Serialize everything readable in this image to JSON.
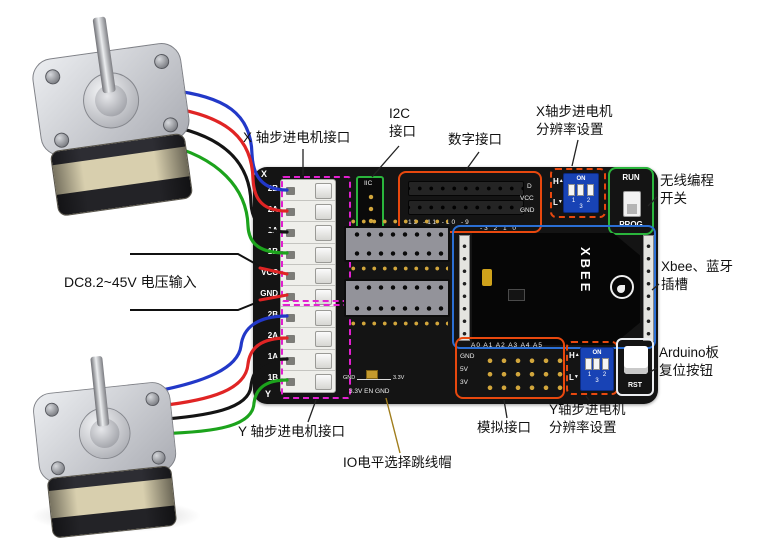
{
  "callouts": {
    "x_motor_interface": "X 轴步进电机接口",
    "i2c": "I2C\n接口",
    "digital": "数字接口",
    "x_resolution": "X轴步进电机\n分辨率设置",
    "wireless_switch": "无线编程\n开关",
    "xbee_slot": "Xbee、蓝牙\n插槽",
    "arduino_reset": "Arduino板\n复位按钮",
    "dc_input": "DC8.2~45V 电压输入",
    "y_motor_interface": "Y 轴步进电机接口",
    "io_jumper": "IO电平选择跳线帽",
    "analog": "模拟接口",
    "y_resolution": "Y轴步进电机\n分辨率设置"
  },
  "board": {
    "axis_x": "X",
    "axis_y": "Y",
    "x_pins": [
      "2B",
      "2A",
      "1A",
      "1B"
    ],
    "power_pins": [
      "VCC",
      "GND"
    ],
    "y_pins": [
      "2B",
      "2A",
      "1A",
      "1B"
    ],
    "iic_label": "IIC",
    "digital_block": {
      "d": "D",
      "vcc": "VCC",
      "gnd": "GND",
      "pins_row1": "13 -11 -10 -9",
      "pins_row2": "-3  2  1  0"
    },
    "dip_x": {
      "on": "ON",
      "h": "H",
      "l": "L",
      "up": "▲",
      "down": "▼",
      "nums": "1 2 3"
    },
    "dip_y": {
      "on": "ON",
      "h": "H",
      "l": "L",
      "up": "▲",
      "down": "▼",
      "nums": "1 2 3"
    },
    "run_label": "RUN",
    "prog_label": "PROG",
    "xbee_label": "XBEE",
    "analog_block": {
      "header": "A0 A1 A2 A3 A4 A5",
      "rows": [
        "GND",
        "5V",
        "3V"
      ]
    },
    "rst_label": "RST",
    "jumper": {
      "left": "GND",
      "right": "3.3V",
      "caption": "3.3V EN GND"
    }
  },
  "colors": {
    "wire_blue": "#2238c8",
    "wire_red": "#e02424",
    "wire_black": "#141414",
    "wire_green": "#1ca31c",
    "outline_orange": "#e8480e",
    "outline_green": "#2ab53c",
    "outline_blue": "#2b6fd4",
    "outline_magenta": "#e21fd0"
  }
}
